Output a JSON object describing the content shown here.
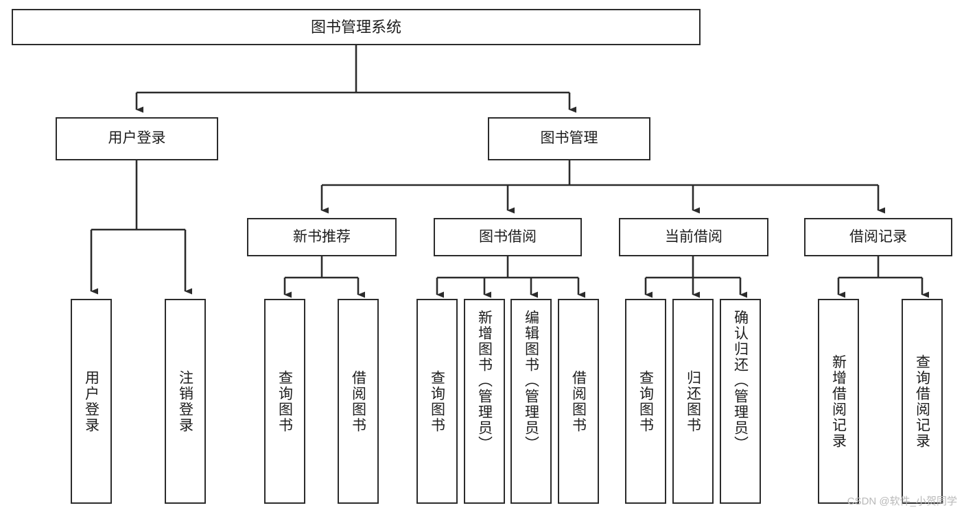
{
  "diagram": {
    "title": "图书管理系统",
    "type": "tree",
    "orientation": "top-down",
    "line_color": "#2b2b2b",
    "box_fill": "#ffffff",
    "text_color": "#1d1d1d",
    "nodes": {
      "root": {
        "label": "图书管理系统",
        "level": 1,
        "text_direction": "horizontal"
      },
      "l2": [
        {
          "id": "user_login",
          "label": "用户登录",
          "level": 2,
          "text_direction": "horizontal"
        },
        {
          "id": "book_manage",
          "label": "图书管理",
          "level": 2,
          "text_direction": "horizontal"
        }
      ],
      "l3": [
        {
          "id": "new_book_rec",
          "label": "新书推荐",
          "level": 3,
          "text_direction": "horizontal",
          "parent": "book_manage"
        },
        {
          "id": "book_borrow",
          "label": "图书借阅",
          "level": 3,
          "text_direction": "horizontal",
          "parent": "book_manage"
        },
        {
          "id": "current_borrow",
          "label": "当前借阅",
          "level": 3,
          "text_direction": "horizontal",
          "parent": "book_manage"
        },
        {
          "id": "borrow_record",
          "label": "借阅记录",
          "level": 3,
          "text_direction": "horizontal",
          "parent": "book_manage"
        }
      ],
      "leaves": [
        {
          "id": "leaf_user_login",
          "label": "用户登录",
          "parent": "user_login",
          "text_direction": "vertical"
        },
        {
          "id": "leaf_logout_login",
          "label": "注销登录",
          "parent": "user_login",
          "text_direction": "vertical"
        },
        {
          "id": "leaf_query_book_1",
          "label": "查询图书",
          "parent": "new_book_rec",
          "text_direction": "vertical"
        },
        {
          "id": "leaf_borrow_book_1",
          "label": "借阅图书",
          "parent": "new_book_rec",
          "text_direction": "vertical"
        },
        {
          "id": "leaf_query_book_2",
          "label": "查询图书",
          "parent": "book_borrow",
          "text_direction": "vertical"
        },
        {
          "id": "leaf_add_book",
          "label": "新增图书（管理员）",
          "parent": "book_borrow",
          "text_direction": "vertical"
        },
        {
          "id": "leaf_edit_book",
          "label": "编辑图书（管理员）",
          "parent": "book_borrow",
          "text_direction": "vertical"
        },
        {
          "id": "leaf_borrow_book_2",
          "label": "借阅图书",
          "parent": "book_borrow",
          "text_direction": "vertical"
        },
        {
          "id": "leaf_query_book_3",
          "label": "查询图书",
          "parent": "current_borrow",
          "text_direction": "vertical"
        },
        {
          "id": "leaf_return_book",
          "label": "归还图书",
          "parent": "current_borrow",
          "text_direction": "vertical"
        },
        {
          "id": "leaf_confirm_return",
          "label": "确认归还（管理员）",
          "parent": "current_borrow",
          "text_direction": "vertical"
        },
        {
          "id": "leaf_add_record",
          "label": "新增借阅记录",
          "parent": "borrow_record",
          "text_direction": "vertical"
        },
        {
          "id": "leaf_query_record",
          "label": "查询借阅记录",
          "parent": "borrow_record",
          "text_direction": "vertical"
        }
      ]
    }
  },
  "watermark": {
    "text": "CSDN @软件_小贺同学"
  }
}
